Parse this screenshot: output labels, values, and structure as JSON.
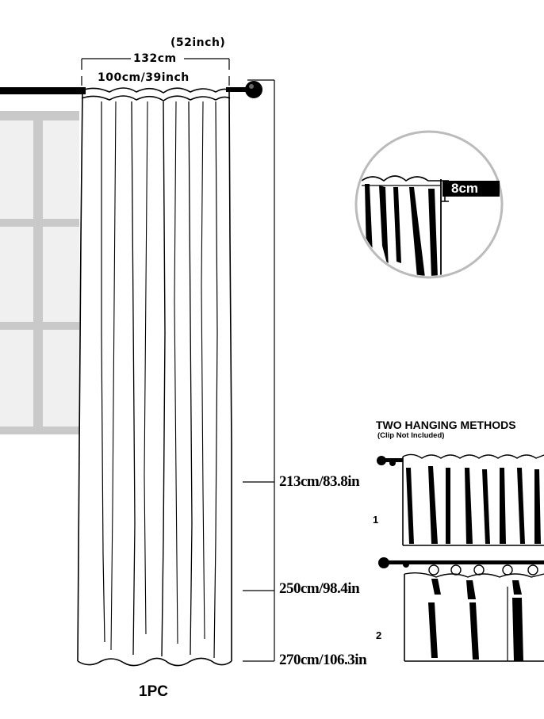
{
  "dimensions": {
    "width_inch": "(52inch)",
    "width_cm": "132cm",
    "rod_width": "100cm/39inch",
    "lengths": [
      {
        "label": "213cm/83.8in"
      },
      {
        "label": "250cm/98.4in"
      },
      {
        "label": "270cm/106.3in"
      }
    ]
  },
  "header_detail": {
    "label": "8cm"
  },
  "hanging_methods": {
    "title": "TWO HANGING METHODS",
    "subtitle": "(Clip Not Included)",
    "steps": [
      {
        "number": "1"
      },
      {
        "number": "2"
      }
    ]
  },
  "quantity": "1PC",
  "colors": {
    "window_frame": "#c9c9c9",
    "window_pane": "#f0f0f0",
    "line": "#000000"
  }
}
